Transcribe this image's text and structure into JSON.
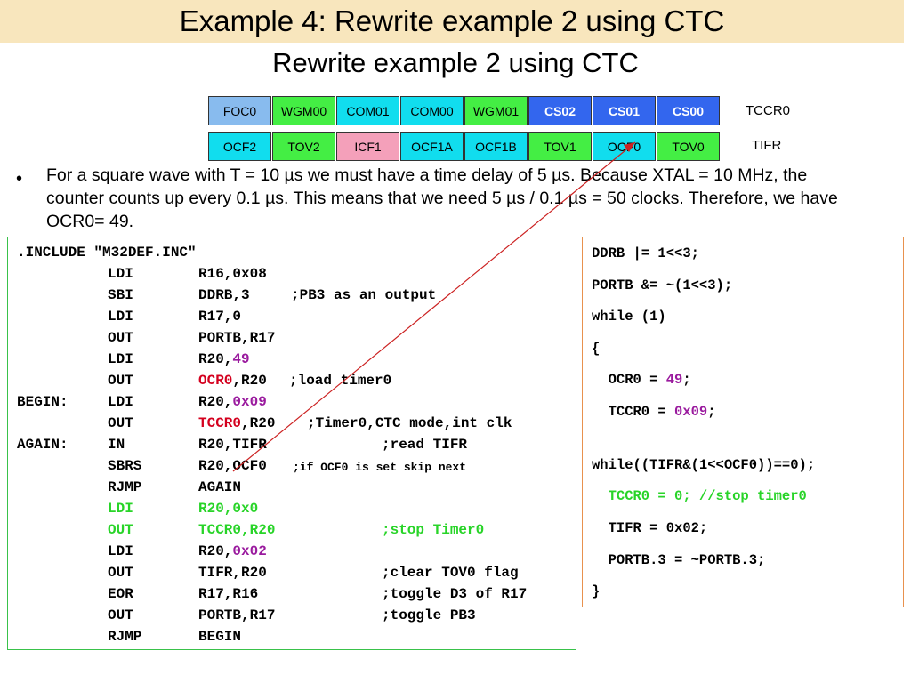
{
  "slide": {
    "title": "Example 4: Rewrite example 2 using CTC",
    "subtitle": "Rewrite example 2 using CTC"
  },
  "colors": {
    "title_bg": "#f8e6bd",
    "cell_blue": "#88bbee",
    "cell_green": "#44ee44",
    "cell_cyan": "#11ddee",
    "cell_dark_blue": "#3366ee",
    "cell_pink": "#f4a0ba",
    "asm_border": "#39c24a",
    "c_border": "#e8914e",
    "purple": "#9a1a9e",
    "red": "#d4001e",
    "green": "#28d428",
    "arrow": "#cc2222"
  },
  "tccr0": {
    "name": "TCCR0",
    "cells": [
      "FOC0",
      "WGM00",
      "COM01",
      "COM00",
      "WGM01",
      "CS02",
      "CS01",
      "CS00"
    ]
  },
  "tifr": {
    "name": "TIFR",
    "cells": [
      "OCF2",
      "TOV2",
      "ICF1",
      "OCF1A",
      "OCF1B",
      "TOV1",
      "OCF0",
      "TOV0"
    ]
  },
  "bullet": {
    "symbol": "•",
    "text": "For a square wave with T = 10 µs we must have a time delay of 5 µs. Because XTAL = 10 MHz, the counter counts up every 0.1 µs. This means that we need 5 µs / 0.1 µs =  50 clocks. Therefore, we have OCR0= 49."
  },
  "asm": {
    "lines": [
      {
        "label": ".INCLUDE \"M32DEF.INC\"",
        "op": "",
        "arg": "",
        "argc": "",
        "comment": ""
      },
      {
        "label": "",
        "op": "LDI",
        "arg": "R16,0x08",
        "argc": "",
        "comment": ""
      },
      {
        "label": "",
        "op": "SBI",
        "arg": "DDRB,3",
        "argc": "",
        "comment": ";PB3 as an output"
      },
      {
        "label": "",
        "op": "LDI",
        "arg": "R17,0",
        "argc": "",
        "comment": ""
      },
      {
        "label": "",
        "op": "OUT",
        "arg": "PORTB,R17",
        "argc": "",
        "comment": ""
      },
      {
        "label": "",
        "op": "LDI",
        "arg": "R20,",
        "argc": "49",
        "comment": ""
      },
      {
        "label": "",
        "op": "OUT",
        "arg": "OCR0",
        "argc": ",R20",
        "comment": ";load timer0"
      },
      {
        "label": "BEGIN:",
        "op": "LDI",
        "arg": "R20,",
        "argc": "0x09",
        "comment": ""
      },
      {
        "label": "",
        "op": "OUT",
        "arg": "TCCR0",
        "argc": ",R20",
        "comment": ";Timer0,CTC mode,int clk"
      },
      {
        "label": "AGAIN:",
        "op": "IN",
        "arg": "R20,TIFR",
        "argc": "",
        "comment": ";read TIFR"
      },
      {
        "label": "",
        "op": "SBRS",
        "arg": "R20,OCF0",
        "argc": "",
        "comment": ";if OCF0 is set skip next"
      },
      {
        "label": "",
        "op": "RJMP",
        "arg": "AGAIN",
        "argc": "",
        "comment": ""
      },
      {
        "label": "",
        "op": "LDI",
        "arg": "R20,0x0",
        "argc": "",
        "comment": ""
      },
      {
        "label": "",
        "op": "OUT",
        "arg": "TCCR0,R20",
        "argc": "",
        "comment": ";stop Timer0"
      },
      {
        "label": "",
        "op": "LDI",
        "arg": "R20,",
        "argc": "0x02",
        "comment": ""
      },
      {
        "label": "",
        "op": "OUT",
        "arg": "TIFR,R20",
        "argc": "",
        "comment": ";clear TOV0 flag"
      },
      {
        "label": "",
        "op": "EOR",
        "arg": "R17,R16",
        "argc": "",
        "comment": ";toggle D3 of R17"
      },
      {
        "label": "",
        "op": "OUT",
        "arg": "PORTB,R17",
        "argc": "",
        "comment": ";toggle PB3"
      },
      {
        "label": "",
        "op": "RJMP",
        "arg": "BEGIN",
        "argc": "",
        "comment": ""
      }
    ]
  },
  "c_code": {
    "l1": "DDRB |= 1<<3;",
    "l2": "PORTB &= ~(1<<3);",
    "l3": "while (1)",
    "l4": "{",
    "l5a": "  OCR0 = ",
    "l5b": "49",
    "l5c": ";",
    "l6a": "  TCCR0 = ",
    "l6b": "0x09",
    "l6c": ";",
    "l7": "while((TIFR&(1<<OCF0))==0);",
    "l8": "  TCCR0 = 0; //stop timer0",
    "l9": "  TIFR = 0x02;",
    "l10": "  PORTB.3 = ~PORTB.3;",
    "l11": "}"
  }
}
